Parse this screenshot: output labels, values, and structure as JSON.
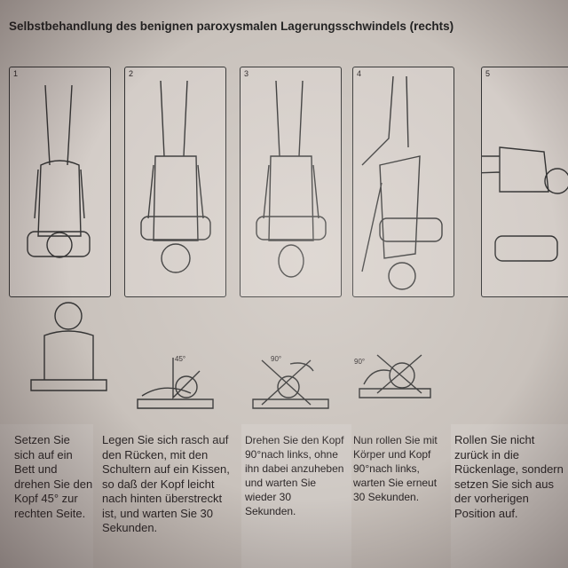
{
  "title": "Selbstbehandlung des benignen paroxysmalen Lagerungsschwindels (rechts)",
  "steps": [
    {
      "number": "1",
      "text": "Setzen Sie sich auf ein Bett und drehen Sie den Kopf 45° zur rechten Seite.",
      "angle": ""
    },
    {
      "number": "2",
      "text": "Legen Sie sich rasch auf den Rücken, mit den Schultern auf ein Kissen, so daß der Kopf leicht nach hinten überstreckt ist, und warten Sie 30 Sekunden.",
      "angle": "45°"
    },
    {
      "number": "3",
      "text": "Drehen Sie den Kopf 90°nach links, ohne ihn dabei anzuheben und warten Sie wieder 30 Sekunden.",
      "angle": "90°"
    },
    {
      "number": "4",
      "text": "Nun rollen Sie mit Körper und Kopf 90°nach links, warten Sie erneut 30 Sekunden.",
      "angle": "90°"
    },
    {
      "number": "5",
      "text": "Rollen Sie nicht zurück in die Rückenlage, sondern setzen Sie sich aus der vorherigen Position auf.",
      "angle": ""
    }
  ]
}
